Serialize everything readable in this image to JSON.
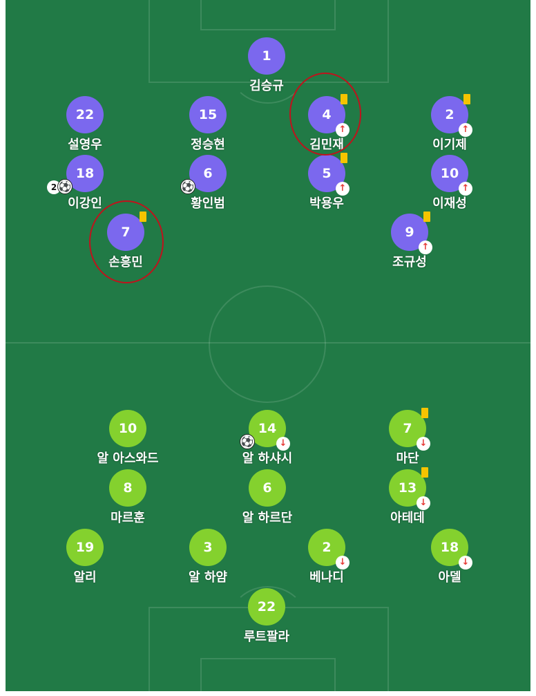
{
  "colors": {
    "pitch": "#217a46",
    "home_team": "#7b68ee",
    "away_team": "#84d12e",
    "yellow_card": "#f5c400",
    "sub_arrow": "#e53935",
    "highlight_circle": "#c0121c"
  },
  "home": {
    "players": [
      {
        "number": "1",
        "name": "김승규",
        "yellow_card": false,
        "substitution": "none",
        "goals": 0
      },
      {
        "number": "22",
        "name": "설영우",
        "yellow_card": false,
        "substitution": "none",
        "goals": 0
      },
      {
        "number": "15",
        "name": "정승현",
        "yellow_card": false,
        "substitution": "none",
        "goals": 0
      },
      {
        "number": "4",
        "name": "김민재",
        "yellow_card": true,
        "substitution": "up-arrow-icon",
        "goals": 0
      },
      {
        "number": "2",
        "name": "이기제",
        "yellow_card": true,
        "substitution": "up-arrow-icon",
        "goals": 0
      },
      {
        "number": "18",
        "name": "이강인",
        "yellow_card": false,
        "substitution": "none",
        "goals": 2,
        "goal_label": "2"
      },
      {
        "number": "6",
        "name": "황인범",
        "yellow_card": false,
        "substitution": "none",
        "goals": 1
      },
      {
        "number": "5",
        "name": "박용우",
        "yellow_card": true,
        "substitution": "up-arrow-icon",
        "goals": 0
      },
      {
        "number": "10",
        "name": "이재성",
        "yellow_card": false,
        "substitution": "up-arrow-icon",
        "goals": 0
      },
      {
        "number": "7",
        "name": "손흥민",
        "yellow_card": true,
        "substitution": "none",
        "goals": 0
      },
      {
        "number": "9",
        "name": "조규성",
        "yellow_card": true,
        "substitution": "up-arrow-icon",
        "goals": 0
      }
    ]
  },
  "away": {
    "players": [
      {
        "number": "10",
        "name": "알 아스와드",
        "yellow_card": false,
        "substitution": "none",
        "goals": 0
      },
      {
        "number": "14",
        "name": "알 하샤시",
        "yellow_card": false,
        "substitution": "down-arrow-icon",
        "goals": 1
      },
      {
        "number": "7",
        "name": "마단",
        "yellow_card": true,
        "substitution": "down-arrow-icon",
        "goals": 0
      },
      {
        "number": "8",
        "name": "마르훈",
        "yellow_card": false,
        "substitution": "none",
        "goals": 0
      },
      {
        "number": "6",
        "name": "알 하르단",
        "yellow_card": false,
        "substitution": "none",
        "goals": 0
      },
      {
        "number": "13",
        "name": "아테데",
        "yellow_card": true,
        "substitution": "down-arrow-icon",
        "goals": 0
      },
      {
        "number": "19",
        "name": "알리",
        "yellow_card": false,
        "substitution": "none",
        "goals": 0
      },
      {
        "number": "3",
        "name": "알 하얌",
        "yellow_card": false,
        "substitution": "none",
        "goals": 0
      },
      {
        "number": "2",
        "name": "베나디",
        "yellow_card": false,
        "substitution": "down-arrow-icon",
        "goals": 0
      },
      {
        "number": "18",
        "name": "아델",
        "yellow_card": false,
        "substitution": "down-arrow-icon",
        "goals": 0
      },
      {
        "number": "22",
        "name": "루트팔라",
        "yellow_card": false,
        "substitution": "none",
        "goals": 0
      }
    ]
  },
  "icons": {
    "up_arrow": "↑",
    "down_arrow": "↓",
    "ball": "⚽"
  }
}
